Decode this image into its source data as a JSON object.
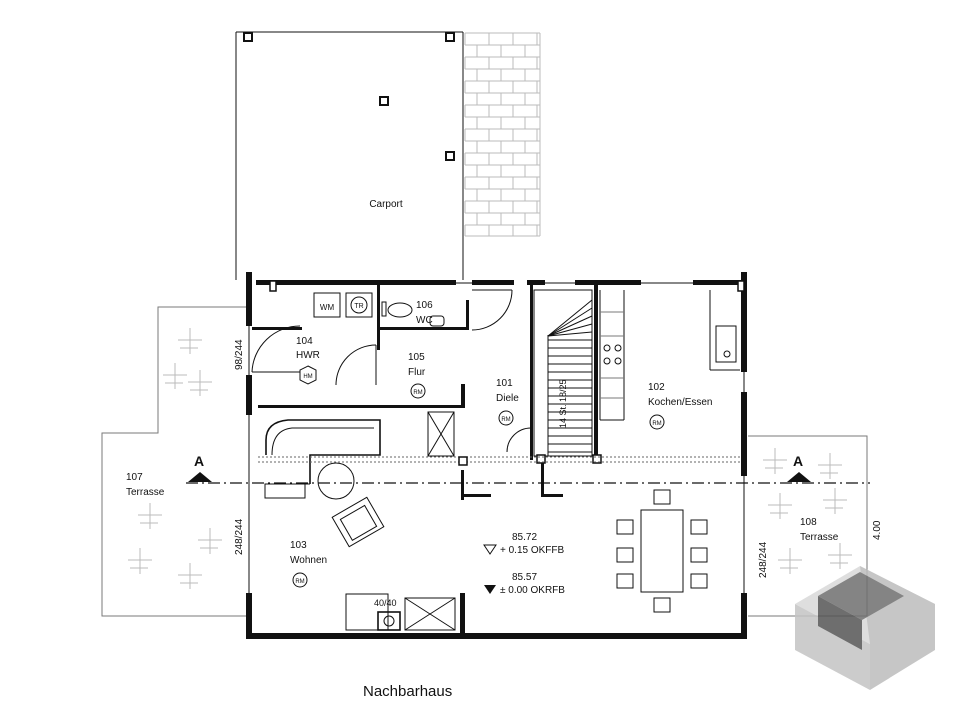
{
  "rooms": {
    "r104": {
      "number": "104",
      "name": "HWR"
    },
    "r105": {
      "number": "105",
      "name": "Flur"
    },
    "r106": {
      "number": "106",
      "name": "WC"
    },
    "r101": {
      "number": "101",
      "name": "Diele"
    },
    "r102": {
      "number": "102",
      "name": "Kochen/Essen"
    },
    "r103": {
      "number": "103",
      "name": "Wohnen"
    },
    "r107": {
      "number": "107",
      "name": "Terrasse"
    },
    "r108": {
      "number": "108",
      "name": "Terrasse"
    },
    "carport": "Carport"
  },
  "markers": {
    "rm": "RM",
    "wm": "WM",
    "tr": "TR",
    "hm": "HM"
  },
  "dimensions": {
    "left_top": "98/244",
    "left_bottom": "248/244",
    "right_bottom": "248/244",
    "right_depth": "4.00",
    "chimney": "40/40",
    "stair": "14 St. 18/25"
  },
  "levels": {
    "okffb_value": "85.72",
    "okffb_label": "+ 0.15 OKFFB",
    "okrfb_value": "85.57",
    "okrfb_label": "± 0.00 OKRFB"
  },
  "section_marks": {
    "left": "A",
    "right": "A"
  },
  "caption": "Nachbarhaus"
}
